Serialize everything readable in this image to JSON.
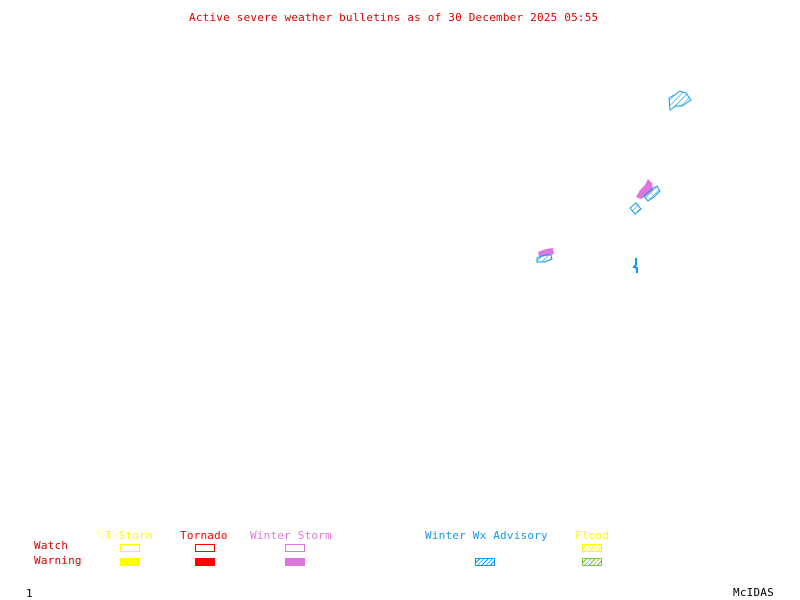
{
  "title": "Active severe weather bulletins as of 30 December 2025 05:55",
  "colors": {
    "title": "#dd0000",
    "tstorm": "#ffff00",
    "tornado": "#ff0000",
    "winter_storm": "#dd77dd",
    "winter_advisory": "#1199ee",
    "flood_watch": "#ffff00",
    "flood_warning": "#77cc22"
  },
  "legend": {
    "row_labels": {
      "watch": "Watch",
      "warning": "Warning"
    },
    "categories": [
      {
        "key": "tstorm",
        "label": "T-Storm"
      },
      {
        "key": "tornado",
        "label": "Tornado"
      },
      {
        "key": "winter_storm",
        "label": "Winter Storm"
      },
      {
        "key": "winter_advisory",
        "label": "Winter Wx Advisory"
      },
      {
        "key": "flood",
        "label": "Flood"
      }
    ]
  },
  "footer": {
    "frame_number": "1",
    "brand": "McIDAS"
  }
}
